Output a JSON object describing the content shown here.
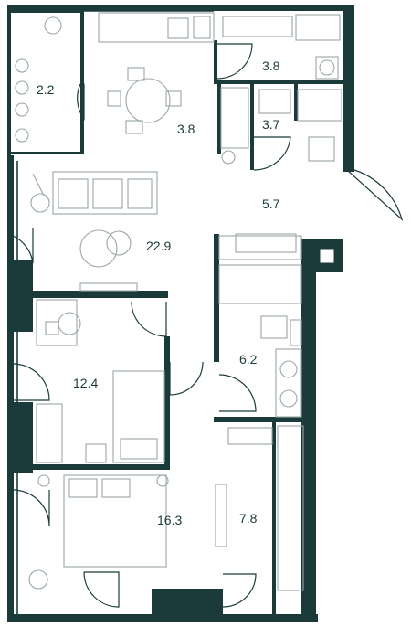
{
  "rooms": [
    {
      "id": "balcony",
      "area": "2.2"
    },
    {
      "id": "kitchen",
      "area": "3.8"
    },
    {
      "id": "hall-wc",
      "area": "3.8"
    },
    {
      "id": "wc",
      "area": "3.7"
    },
    {
      "id": "entrance",
      "area": "5.7"
    },
    {
      "id": "living",
      "area": "22.9"
    },
    {
      "id": "bedroom-small",
      "area": "12.4"
    },
    {
      "id": "bathroom",
      "area": "6.2"
    },
    {
      "id": "bedroom-master",
      "area": "16.3"
    },
    {
      "id": "wardrobe",
      "area": "7.8"
    }
  ],
  "colors": {
    "wall": "#1b3a3a",
    "furniture": "#9aa6a6",
    "background": "#ffffff"
  }
}
